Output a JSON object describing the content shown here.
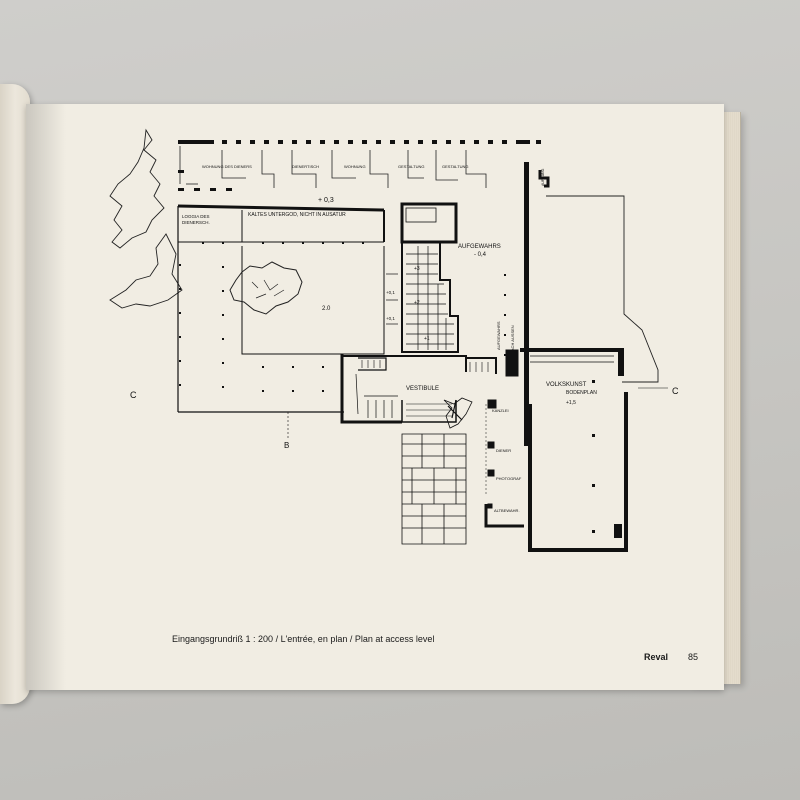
{
  "page": {
    "caption": "Eingangsgrundriß 1 : 200 / L'entrée, en plan / Plan at access level",
    "running_title": "Reval",
    "page_number": "85"
  },
  "plan": {
    "labels": {
      "loggia": "LOGGIA DES",
      "loggia_2": "DIENERSCH.",
      "cold_storage": "KALTES UNTERGOD, NICHT IN AUSATUR",
      "foyer": "VESTIBULE",
      "volkskunst": "VOLKSKUNST",
      "bodenplan": "BODENPLAN",
      "aufgewahrs": "AUFGEWAHRS",
      "kanzlei": "KANZLEI",
      "diener": "DIENER",
      "photograf": "PHOTOGRAF",
      "altbewahr": "ALTBEWAHR."
    },
    "levels": {
      "upper_terrace": "+ 0,3",
      "courtyard": "2.0",
      "aufgewahrs_level": "- 0,4",
      "volkskunst_level": "+1,5",
      "stair_1": "+3",
      "stair_2": "+2",
      "stair_3": "+1"
    },
    "section_markers": {
      "b": "B",
      "c_left": "C",
      "c_right": "C"
    }
  }
}
